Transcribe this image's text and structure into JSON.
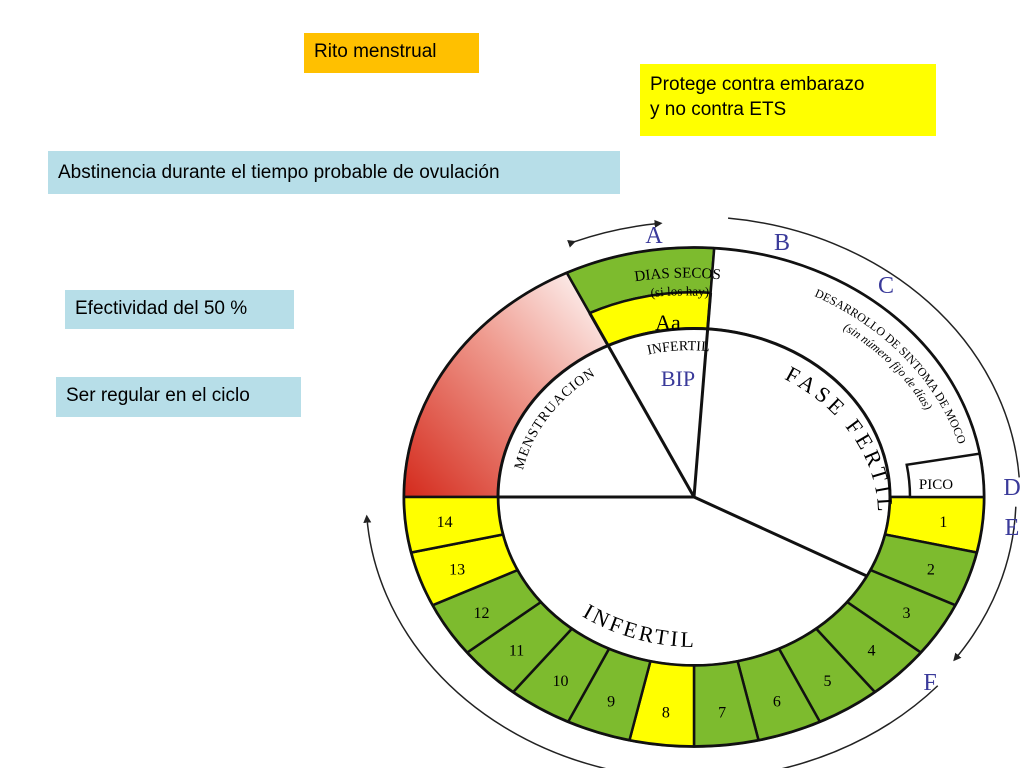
{
  "labels": {
    "rito": "Rito menstrual",
    "protege_line1": "Protege contra embarazo",
    "protege_line2": "y no contra ETS",
    "abstinencia": "Abstinencia durante el tiempo probable de ovulación",
    "efectividad": "Efectividad del 50 %",
    "regular": "Ser regular en el ciclo"
  },
  "diagram": {
    "letters": [
      "A",
      "B",
      "C",
      "D",
      "E",
      "F"
    ],
    "dias_secos": "DIAS SECOS",
    "si_los_hay": "(si los hay)",
    "aa": "Aa",
    "infertil_top": "INFERTIL",
    "bip": "BIP",
    "menstruacion": "MENSTRUACION",
    "fase_fertil": "FASE FERTIL",
    "desarrollo": "DESARROLLO DE SINTOMA DE MOCO",
    "sin_numero": "(sin número fijo de días)",
    "pico": "PICO",
    "infertil_bottom": "INFERTIL",
    "days": [
      "1",
      "2",
      "3",
      "4",
      "5",
      "6",
      "7",
      "8",
      "9",
      "10",
      "11",
      "12",
      "13",
      "14"
    ],
    "day_colors": [
      "yellow",
      "green",
      "green",
      "green",
      "green",
      "green",
      "green",
      "yellow",
      "green",
      "green",
      "green",
      "green",
      "yellow",
      "yellow"
    ]
  },
  "colors": {
    "green": "#7dbb2e",
    "yellow": "#ffff00",
    "menstruation_red": "#d42a1c",
    "letter_blue": "#3a3a9a",
    "box_orange": "#ffc000",
    "box_yellow": "#ffff00",
    "box_blue": "#b7dee8"
  }
}
